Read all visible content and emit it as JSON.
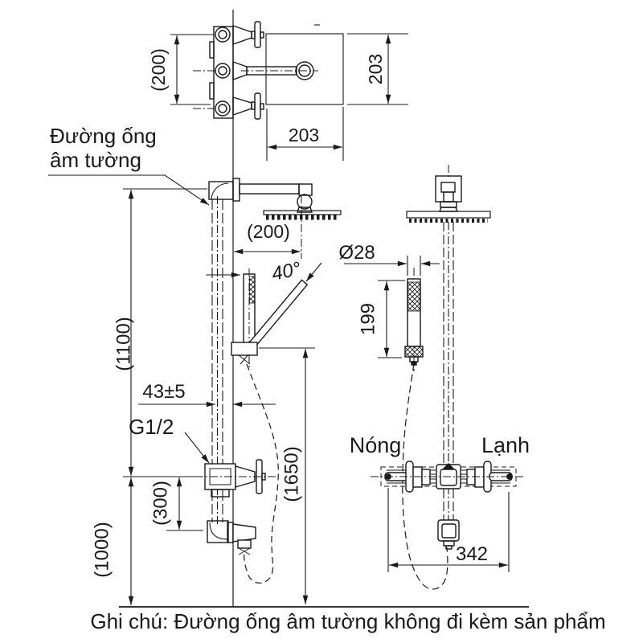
{
  "drawing": {
    "note": "Ghi chú: Đường ống âm tường không đi kèm sản phẩm",
    "wall_label": {
      "line1": "Đường ống",
      "line2": "âm tường"
    },
    "top_view": {
      "height_dim": "(200)",
      "plate_height_dim": "203",
      "plate_width_dim": "203"
    },
    "left_view": {
      "arm_offset_dim": "(200)",
      "angle_dim": "40°",
      "riser_dim": "(1100)",
      "wall_offset_dim": "43±5",
      "thread_label": "G1/2",
      "spout_drop_dim": "(300)",
      "valve_height_dim": "(1000)",
      "overall_height_dim": "(1650)"
    },
    "right_view": {
      "diameter_dim": "Ø28",
      "handshower_length_dim": "199",
      "hot_label": "Nóng",
      "cold_label": "Lạnh",
      "valve_width_dim": "342"
    },
    "colors": {
      "line": "#1a1a1a",
      "background": "#ffffff"
    }
  }
}
